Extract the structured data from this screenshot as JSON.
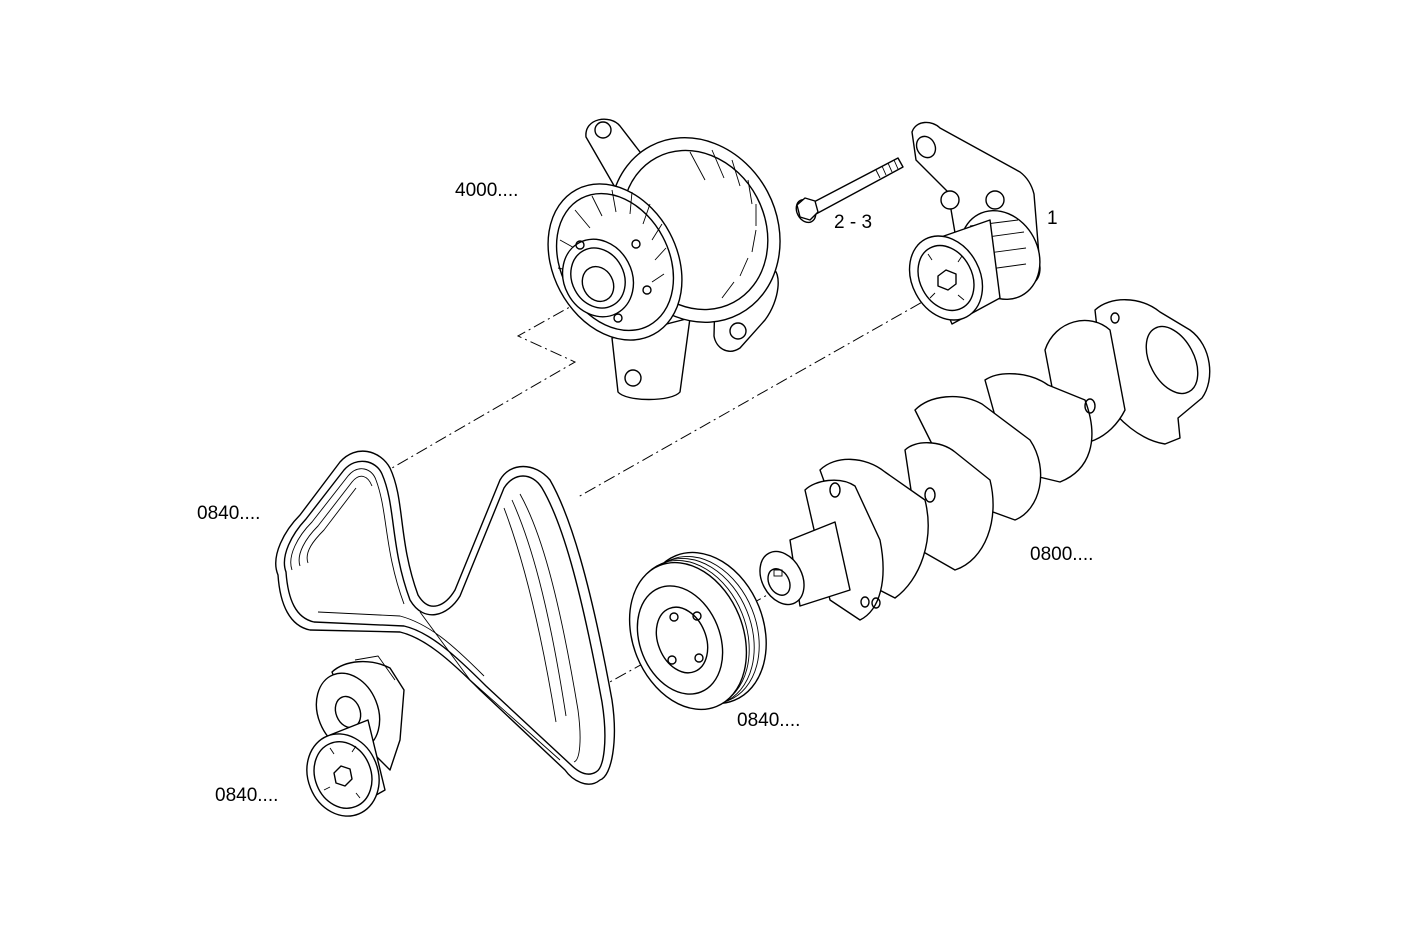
{
  "labels": {
    "alternator": "4000....",
    "bolts": "2 - 3",
    "bracket": "1",
    "belt": "0840....",
    "crankshaft": "0800....",
    "crank_pulley": "0840....",
    "tensioner": "0840...."
  }
}
